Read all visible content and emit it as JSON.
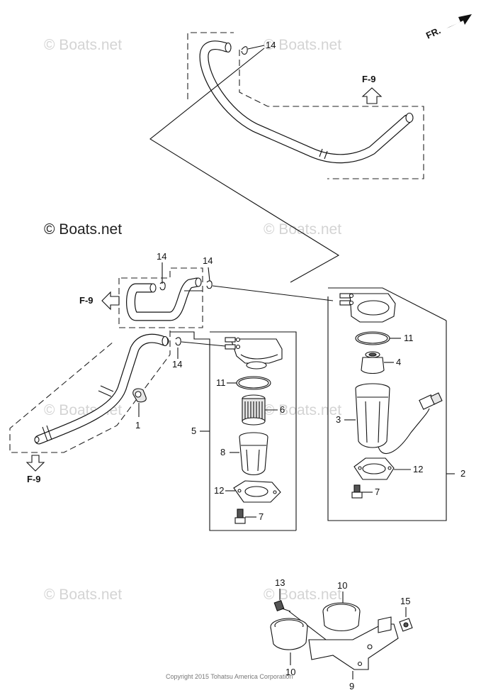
{
  "direction": {
    "label": "FR."
  },
  "references": {
    "f9": "F-9"
  },
  "watermarks": {
    "faint": "© Boats.net",
    "main": "© Boats.net"
  },
  "callouts": {
    "c1": "1",
    "c2": "2",
    "c3": "3",
    "c4": "4",
    "c5": "5",
    "c6": "6",
    "c7": "7",
    "c8": "8",
    "c9": "9",
    "c10": "10",
    "c11": "11",
    "c12": "12",
    "c13": "13",
    "c14": "14",
    "c15": "15"
  },
  "copyright": "Copyright 2015 Tohatsu America Corporation",
  "colors": {
    "line": "#111111",
    "watermark": "#d4d4d4",
    "background": "#ffffff"
  }
}
